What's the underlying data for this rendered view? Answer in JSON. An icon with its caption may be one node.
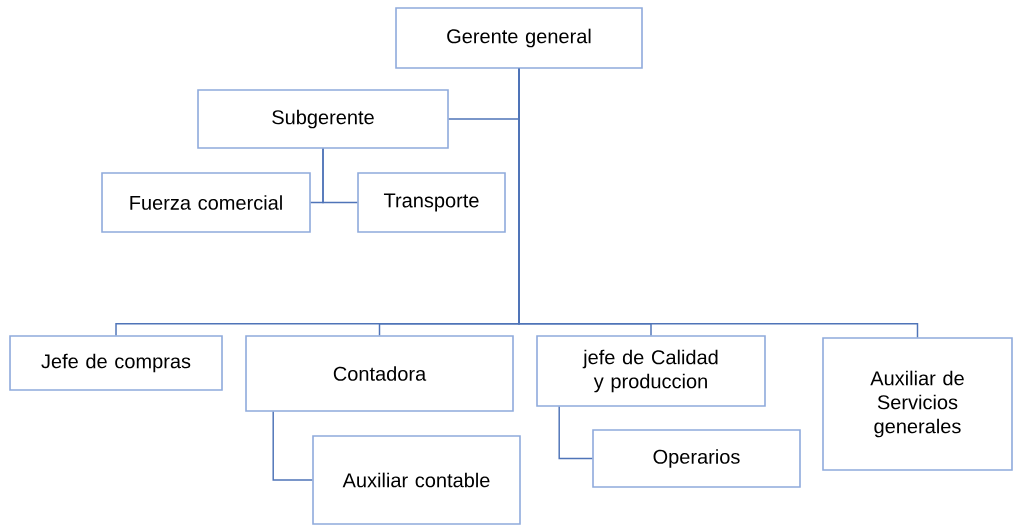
{
  "diagram": {
    "nodes": [
      {
        "text": [
          "Gerente general"
        ]
      },
      {
        "text": [
          "Subgerente"
        ]
      },
      {
        "text": [
          "Fuerza comercial"
        ]
      },
      {
        "text": [
          "Transporte"
        ]
      },
      {
        "text": [
          "Jefe de compras"
        ]
      },
      {
        "text": [
          "Contadora"
        ]
      },
      {
        "text": [
          "jefe de  Calidad y produccion"
        ]
      },
      {
        "text": [
          "Auxiliar de Servicios generales"
        ]
      },
      {
        "text": [
          "Operarios"
        ]
      },
      {
        "text": [
          "Auxiliar contable"
        ]
      }
    ],
    "edges": [
      {
        "from": 0,
        "to": 1,
        "arrow": "none"
      },
      {
        "from": 1,
        "to": 2,
        "arrow": "none"
      },
      {
        "from": 1,
        "to": 3,
        "arrow": "none"
      },
      {
        "from": 0,
        "to": 4,
        "arrow": "none"
      },
      {
        "from": 0,
        "to": 5,
        "arrow": "none"
      },
      {
        "from": 0,
        "to": 6,
        "arrow": "none"
      },
      {
        "from": 0,
        "to": 7,
        "arrow": "none"
      },
      {
        "from": 5,
        "to": 9,
        "arrow": "none"
      },
      {
        "from": 6,
        "to": 8,
        "arrow": "none"
      }
    ]
  }
}
